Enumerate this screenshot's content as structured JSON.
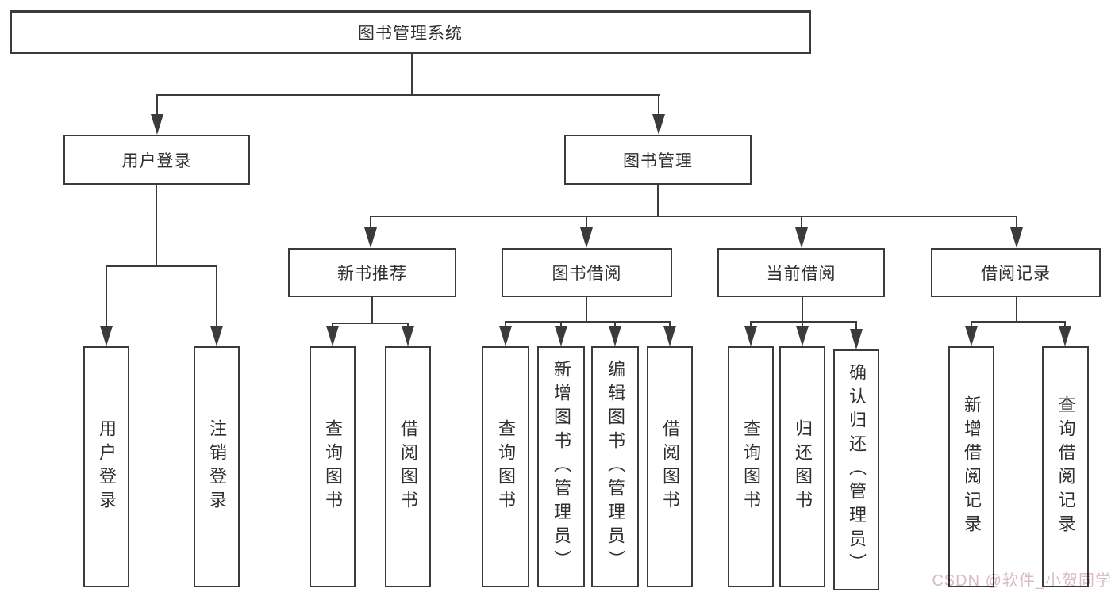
{
  "diagram": {
    "root": "图书管理系统",
    "branches": {
      "user_login": "用户登录",
      "book_mgmt": "图书管理"
    },
    "book_mgmt_children": {
      "new_books": "新书推荐",
      "borrowing": "图书借阅",
      "current": "当前借阅",
      "records": "借阅记录"
    },
    "leaves": {
      "user_login": [
        "用户登录",
        "注销登录"
      ],
      "new_books": [
        "查询图书",
        "借阅图书"
      ],
      "borrowing": [
        "查询图书",
        "新增图书（管理员）",
        "编辑图书（管理员）",
        "借阅图书"
      ],
      "current": [
        "查询图书",
        "归还图书",
        "确认归还（管理员）"
      ],
      "records": [
        "新增借阅记录",
        "查询借阅记录"
      ]
    }
  },
  "watermark": "CSDN @软件_小贺同学",
  "colors": {
    "line": "#3b3b3b",
    "text": "#2f2f2f",
    "watermark": "#d9bbc7",
    "background": "#ffffff"
  }
}
